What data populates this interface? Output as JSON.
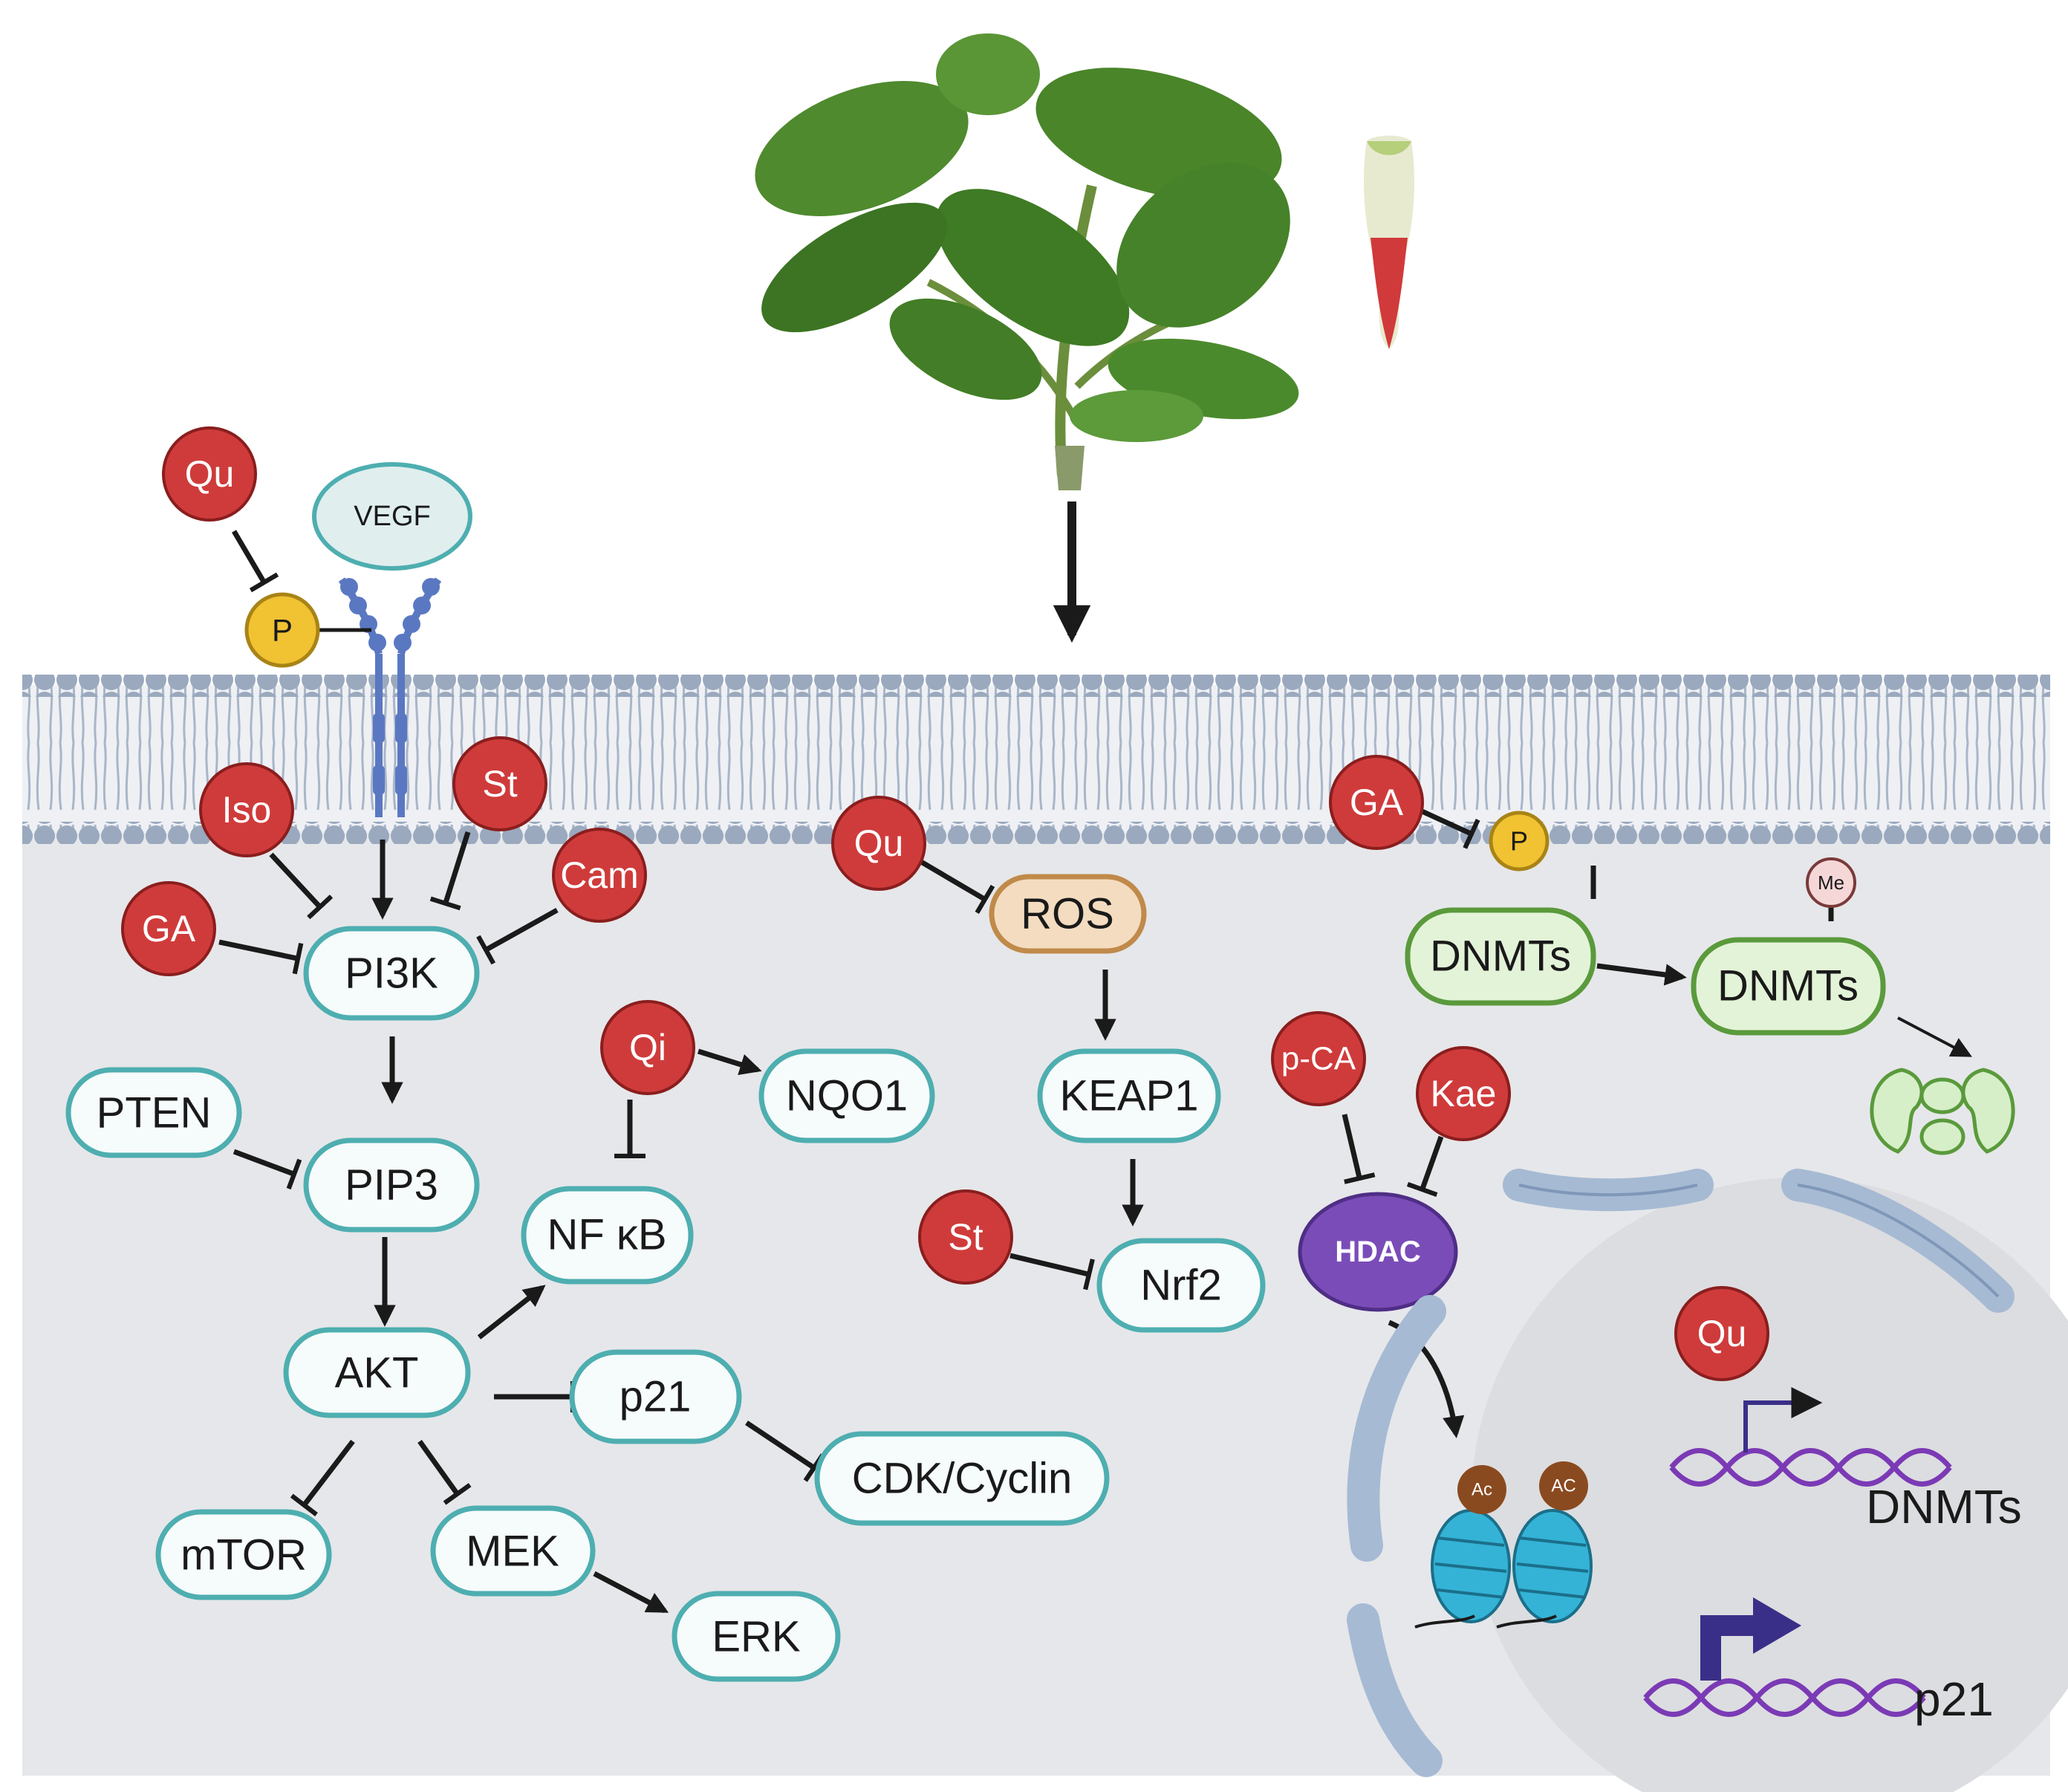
{
  "receptor": {
    "ligand": "VEGF",
    "phospho": "P"
  },
  "nodes": {
    "pi3k": "PI3K",
    "pten": "PTEN",
    "pip3": "PIP3",
    "akt": "AKT",
    "mtor": "mTOR",
    "mek": "MEK",
    "erk": "ERK",
    "nfkb": "NF κB",
    "nqo1": "NQO1",
    "p21": "p21",
    "cdk": "CDK/Cyclin",
    "ros": "ROS",
    "keap1": "KEAP1",
    "nrf2": "Nrf2",
    "dnmts1": "DNMTs",
    "dnmts2": "DNMTs",
    "hdac": "HDAC"
  },
  "modifiers": {
    "phospho": "P",
    "methyl": "Me",
    "acetyl_1": "Ac",
    "acetyl_2": "AC"
  },
  "compounds": {
    "qu_vegf": "Qu",
    "iso": "Iso",
    "st_pi3k": "St",
    "cam": "Cam",
    "ga_pi3k": "GA",
    "qi": "Qi",
    "qu_ros": "Qu",
    "st_nrf2": "St",
    "ga_dnmt": "GA",
    "pca": "p-CA",
    "kae": "Kae",
    "qu_nucleus": "Qu"
  },
  "dna": {
    "gene_top": "DNMTs",
    "gene_bottom": "p21"
  },
  "colors": {
    "compound": "#cf3b3b",
    "node_border": "#4eaeb0",
    "node_fill": "#f6fbfb",
    "ros_border": "#c08a4a",
    "ros_fill": "#f4dcc0",
    "dnmt_border": "#5a9a3c",
    "dnmt_fill": "#e3f3d8",
    "hdac": "#7a4cb8",
    "phospho": "#f1c232",
    "membrane": "#9aa9be",
    "cytoplasm": "#e6e7ea",
    "nucleosome": "#34b3d6",
    "dna": "#7b3ab5",
    "acetyl": "#8a4a1f"
  }
}
